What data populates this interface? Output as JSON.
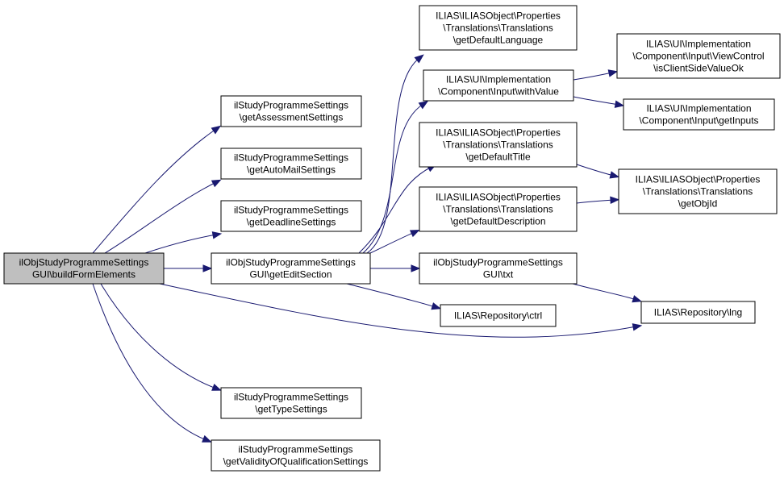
{
  "diagram": {
    "colors": {
      "root_fill": "#bfbfbf",
      "node_fill": "#ffffff",
      "edge": "#191970",
      "border": "#000000"
    },
    "nodes": [
      {
        "id": "root",
        "lines": [
          "ilObjStudyProgrammeSettings",
          "GUI\\buildFormElements"
        ]
      },
      {
        "id": "assessment",
        "lines": [
          "ilStudyProgrammeSettings",
          "\\getAssessmentSettings"
        ]
      },
      {
        "id": "automail",
        "lines": [
          "ilStudyProgrammeSettings",
          "\\getAutoMailSettings"
        ]
      },
      {
        "id": "deadline",
        "lines": [
          "ilStudyProgrammeSettings",
          "\\getDeadlineSettings"
        ]
      },
      {
        "id": "editsection",
        "lines": [
          "ilObjStudyProgrammeSettings",
          "GUI\\getEditSection"
        ]
      },
      {
        "id": "type",
        "lines": [
          "ilStudyProgrammeSettings",
          "\\getTypeSettings"
        ]
      },
      {
        "id": "validity",
        "lines": [
          "ilStudyProgrammeSettings",
          "\\getValidityOfQualificationSettings"
        ]
      },
      {
        "id": "deflang",
        "lines": [
          "ILIAS\\ILIASObject\\Properties",
          "\\Translations\\Translations",
          "\\getDefaultLanguage"
        ]
      },
      {
        "id": "withvalue",
        "lines": [
          "ILIAS\\UI\\Implementation",
          "\\Component\\Input\\withValue"
        ]
      },
      {
        "id": "deftitle",
        "lines": [
          "ILIAS\\ILIASObject\\Properties",
          "\\Translations\\Translations",
          "\\getDefaultTitle"
        ]
      },
      {
        "id": "defdesc",
        "lines": [
          "ILIAS\\ILIASObject\\Properties",
          "\\Translations\\Translations",
          "\\getDefaultDescription"
        ]
      },
      {
        "id": "txt",
        "lines": [
          "ilObjStudyProgrammeSettings",
          "GUI\\txt"
        ]
      },
      {
        "id": "ctrl",
        "lines": [
          "ILIAS\\Repository\\ctrl"
        ]
      },
      {
        "id": "isclient",
        "lines": [
          "ILIAS\\UI\\Implementation",
          "\\Component\\Input\\ViewControl",
          "\\isClientSideValueOk"
        ]
      },
      {
        "id": "getinputs",
        "lines": [
          "ILIAS\\UI\\Implementation",
          "\\Component\\Input\\getInputs"
        ]
      },
      {
        "id": "getobjid",
        "lines": [
          "ILIAS\\ILIASObject\\Properties",
          "\\Translations\\Translations",
          "\\getObjId"
        ]
      },
      {
        "id": "lng",
        "lines": [
          "ILIAS\\Repository\\lng"
        ]
      }
    ],
    "edges": [
      {
        "from": "root",
        "to": "assessment"
      },
      {
        "from": "root",
        "to": "automail"
      },
      {
        "from": "root",
        "to": "deadline"
      },
      {
        "from": "root",
        "to": "editsection"
      },
      {
        "from": "root",
        "to": "type"
      },
      {
        "from": "root",
        "to": "validity"
      },
      {
        "from": "root",
        "to": "lng"
      },
      {
        "from": "editsection",
        "to": "deflang"
      },
      {
        "from": "editsection",
        "to": "withvalue"
      },
      {
        "from": "editsection",
        "to": "deftitle"
      },
      {
        "from": "editsection",
        "to": "defdesc"
      },
      {
        "from": "editsection",
        "to": "txt"
      },
      {
        "from": "editsection",
        "to": "ctrl"
      },
      {
        "from": "withvalue",
        "to": "isclient"
      },
      {
        "from": "withvalue",
        "to": "getinputs"
      },
      {
        "from": "deftitle",
        "to": "getobjid"
      },
      {
        "from": "defdesc",
        "to": "getobjid"
      },
      {
        "from": "txt",
        "to": "lng"
      }
    ]
  }
}
